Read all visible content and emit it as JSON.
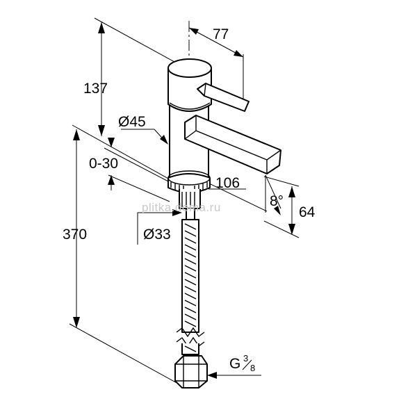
{
  "dimensions": {
    "spout_reach": "77",
    "height_top": "137",
    "body_diameter": "Ø45",
    "deck_thickness": "0-30",
    "spout_length": "106",
    "outlet_angle": "8°",
    "outlet_height": "64",
    "mount_diameter": "Ø33",
    "total_height": "370",
    "thread_base": "G",
    "thread_num": "3",
    "thread_den": "8"
  },
  "watermark": "plitka.doma.ru",
  "colors": {
    "line": "#000000",
    "background": "#ffffff",
    "watermark": "#c9c9c9"
  }
}
